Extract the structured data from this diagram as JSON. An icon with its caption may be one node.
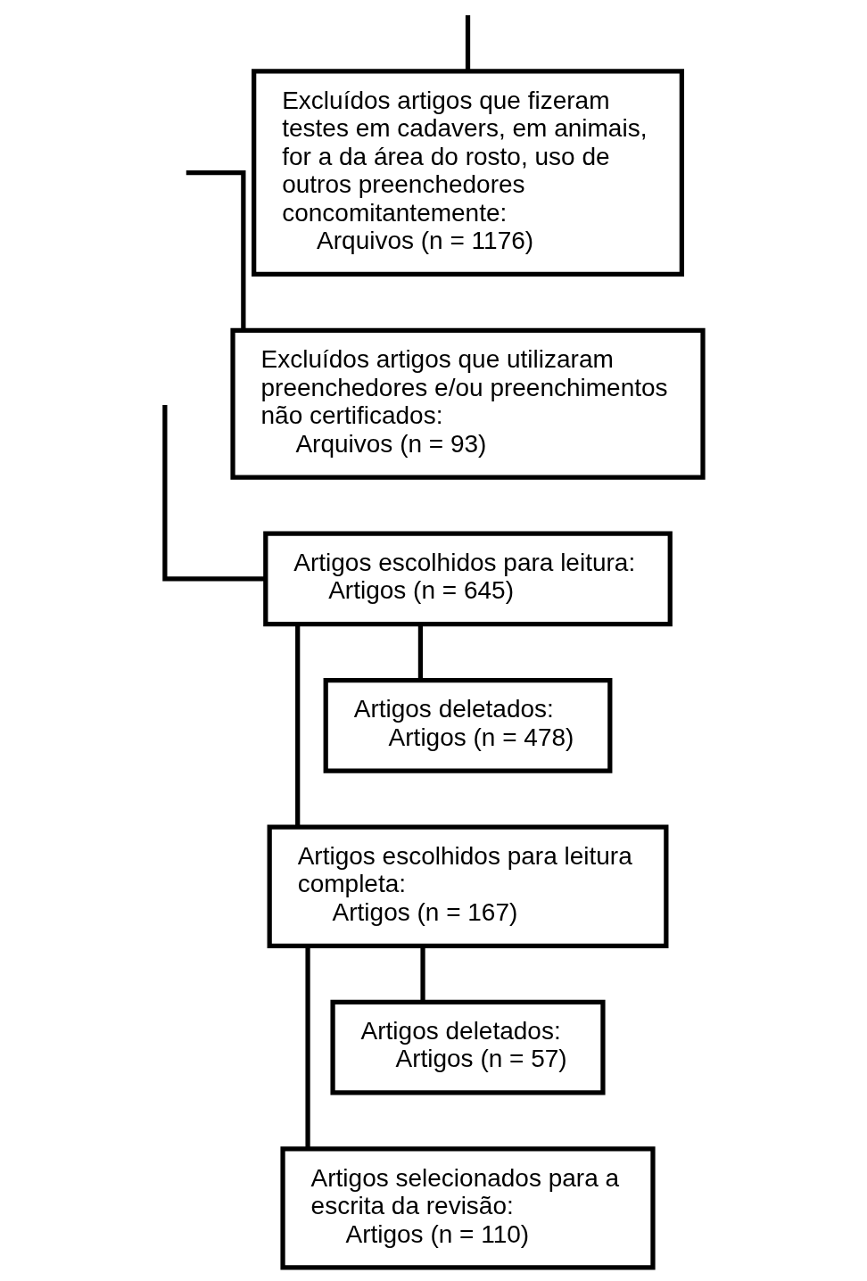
{
  "diagram": {
    "nodes": [
      {
        "text": [
          "Excluídos artigos que fizeram testes em cadavers, em animais, for a da área do rosto, uso de outros preenchedores concomitantemente:",
          "Arquivos (n = 1176)"
        ]
      },
      {
        "text": [
          "Excluídos artigos que utilizaram preenchedores e/ou preenchimentos não certificados:",
          "Arquivos (n = 93)"
        ]
      },
      {
        "text": [
          "Artigos escolhidos para leitura:",
          "Artigos (n = 645)"
        ]
      },
      {
        "text": [
          "Artigos deletados:",
          "Artigos (n = 478)"
        ]
      },
      {
        "text": [
          "Artigos escolhidos para leitura completa:",
          "Artigos (n = 167)"
        ]
      },
      {
        "text": [
          "Artigos deletados:",
          "Artigos (n = 57)"
        ]
      },
      {
        "text": [
          "Artigos selecionados para a escrita da revisão:",
          "Artigos (n = 110)"
        ]
      }
    ],
    "edges": [
      {
        "from": null,
        "to": 0,
        "arrow": "none"
      },
      {
        "from": null,
        "to": 1,
        "arrow": "none"
      },
      {
        "from": null,
        "to": 2,
        "arrow": "none"
      },
      {
        "from": 2,
        "to": 3,
        "arrow": "none"
      },
      {
        "from": 2,
        "to": 4,
        "arrow": "none"
      },
      {
        "from": 4,
        "to": 5,
        "arrow": "none"
      },
      {
        "from": 4,
        "to": 6,
        "arrow": "none"
      }
    ]
  }
}
